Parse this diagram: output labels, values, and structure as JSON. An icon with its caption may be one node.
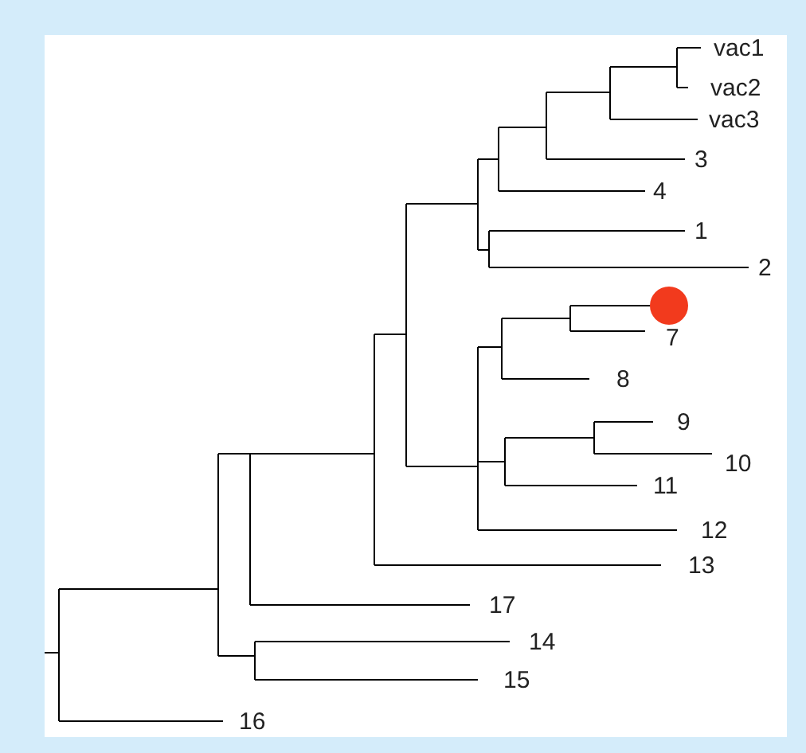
{
  "diagram": {
    "labels": [
      "vac1",
      "vac2",
      "vac3",
      "3",
      "4",
      "1",
      "2",
      "7",
      "8",
      "9",
      "10",
      "11",
      "12",
      "13",
      "17",
      "14",
      "15",
      "16"
    ]
  }
}
